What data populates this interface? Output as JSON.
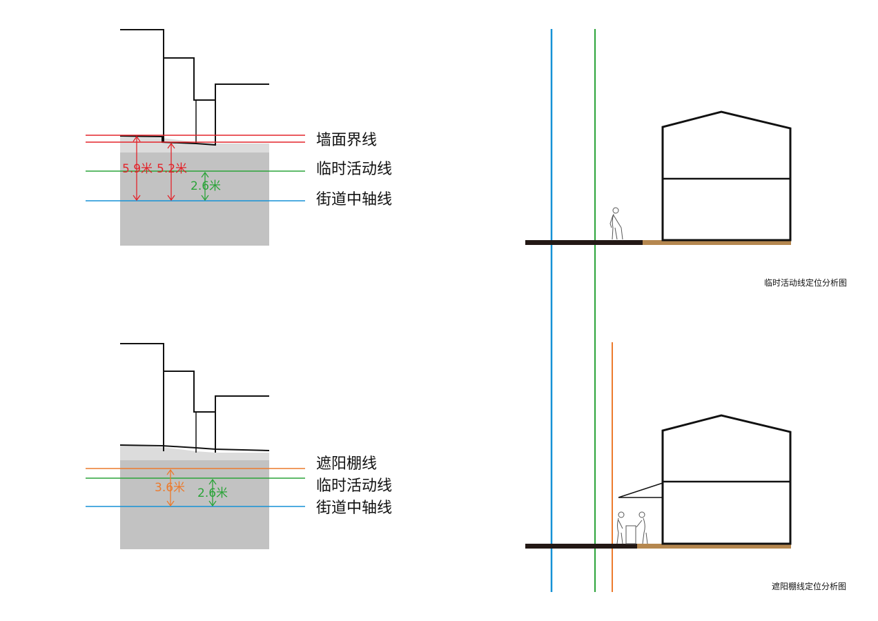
{
  "colors": {
    "wall_line": "#e3232a",
    "temporary_line": "#2aa338",
    "street_axis": "#1591d6",
    "awning_line": "#ec7a2c",
    "street_fill": "#c2c2c2",
    "sidewalk_fill": "#dcdcdc",
    "dark_road": "#231815",
    "brown_ground": "#b5874f",
    "outline": "#111111"
  },
  "top_left": {
    "labels": {
      "wall_boundary": "墙面界线",
      "temporary_activity": "临时活动线",
      "street_axis": "街道中轴线"
    },
    "dimensions": {
      "wall_to_axis_a": "5.9米",
      "wall_to_axis_b": "5.2米",
      "temporary_to_axis": "2.6米"
    }
  },
  "bottom_left": {
    "labels": {
      "awning": "遮阳棚线",
      "temporary_activity": "临时活动线",
      "street_axis": "街道中轴线"
    },
    "dimensions": {
      "awning_to_axis": "3.6米",
      "temporary_to_axis": "2.6米"
    }
  },
  "captions": {
    "top_right": "临时活动线定位分析图",
    "bottom_right": "遮阳棚线定位分析图"
  },
  "icons": {
    "figure_top": "walking-elder-icon",
    "figures_bottom": "vendor-customers-icon"
  }
}
